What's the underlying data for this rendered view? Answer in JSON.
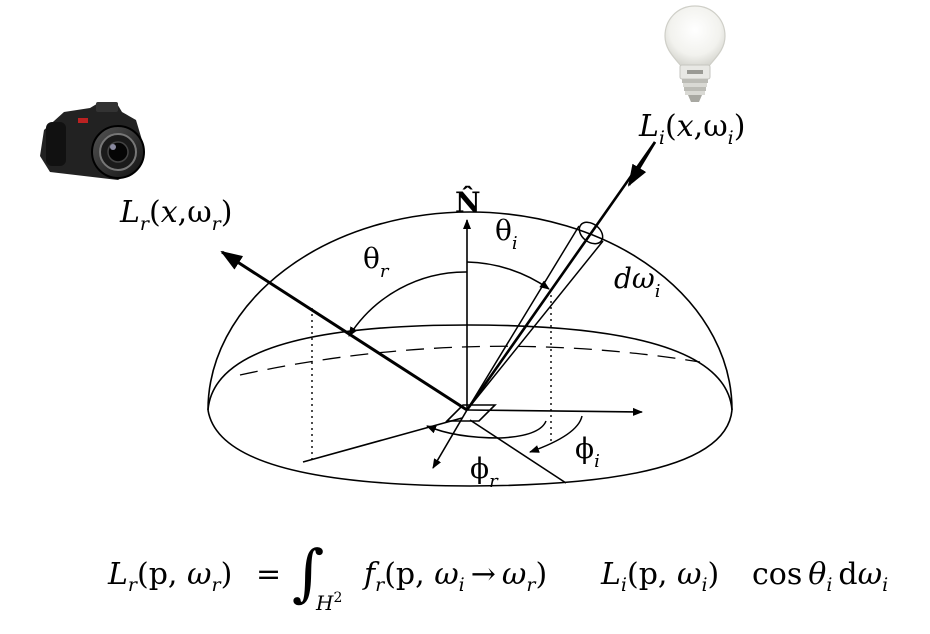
{
  "labels": {
    "normal": "N̂",
    "theta_i": "θ",
    "theta_i_sub": "i",
    "theta_r": "θ",
    "theta_r_sub": "r",
    "d_omega": "dω",
    "d_omega_sub": "i",
    "phi_i": "ϕ",
    "phi_i_sub": "i",
    "phi_r": "ϕ",
    "phi_r_sub": "r"
  },
  "incident_radiance": {
    "L": "L",
    "sub": "i",
    "open": "(",
    "x": "x",
    "comma": ",",
    "omega": "ω",
    "omega_sub": "i",
    "close": ")"
  },
  "reflected_radiance": {
    "L": "L",
    "sub": "r",
    "open": "(",
    "x": "x",
    "comma": ",",
    "omega": "ω",
    "omega_sub": "r",
    "close": ")"
  },
  "equation": {
    "lhs_L": "L",
    "lhs_sub": "r",
    "lhs_args": "(p, ",
    "lhs_omega": "ω",
    "lhs_omega_sub": "r",
    "lhs_close": ")",
    "equals": "=",
    "integral": "∫",
    "domain": "H",
    "domain_sup": "2",
    "f": "f",
    "f_sub": "r",
    "f_open": "(p, ",
    "f_omega_i": "ω",
    "f_omega_i_sub": "i",
    "arrow": "→",
    "f_omega_r": "ω",
    "f_omega_r_sub": "r",
    "f_close": ")",
    "Li": "L",
    "Li_sub": "i",
    "Li_open": "(p, ",
    "Li_omega": "ω",
    "Li_omega_sub": "i",
    "Li_close": ")",
    "cos": "cos",
    "theta": "θ",
    "theta_sub": "i",
    "d": "d",
    "omega": "ω",
    "omega_sub": "i"
  },
  "icons": {
    "camera": "camera-icon",
    "bulb": "light-bulb-icon"
  }
}
